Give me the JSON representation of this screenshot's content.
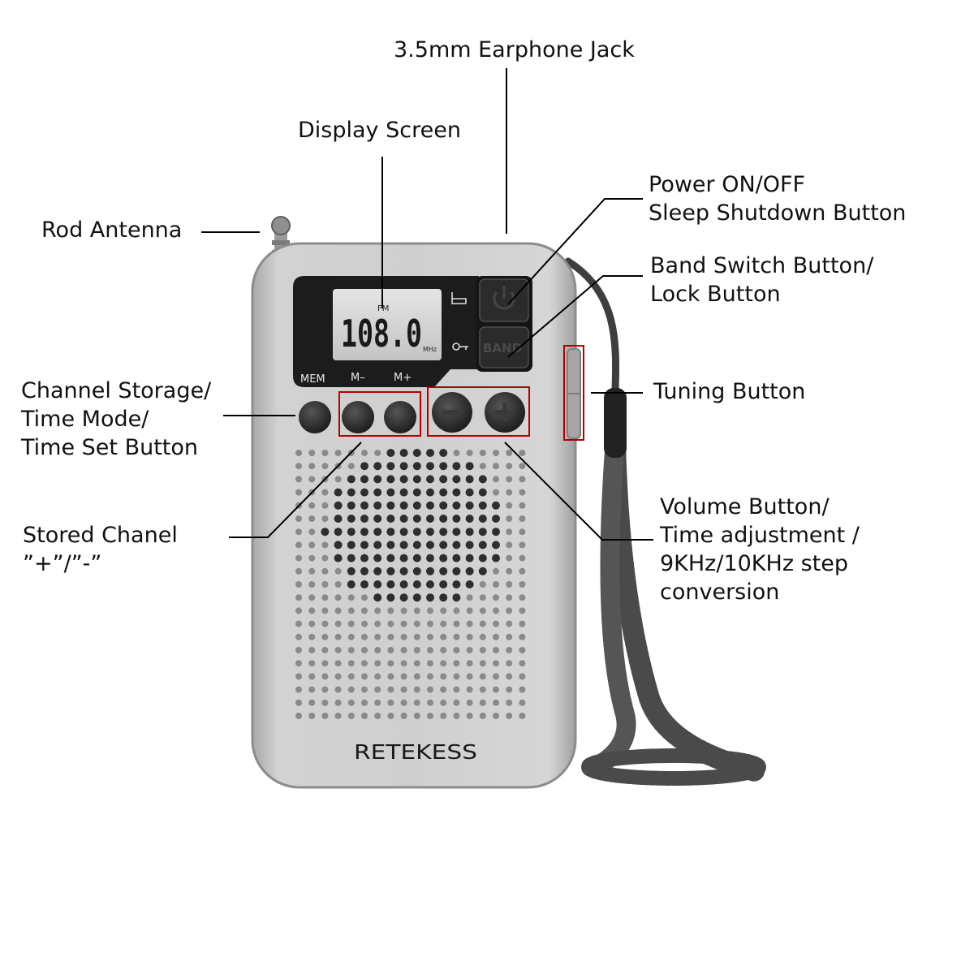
{
  "callouts": {
    "earphone_jack": [
      "3.5mm Earphone Jack"
    ],
    "display_screen": [
      "Display Screen"
    ],
    "power": [
      "Power ON/OFF",
      "Sleep Shutdown Button"
    ],
    "rod_antenna": [
      "Rod Antenna"
    ],
    "band_switch": [
      "Band Switch Button/",
      "Lock Button"
    ],
    "channel_storage": [
      "Channel Storage/",
      "Time Mode/",
      "Time Set Button"
    ],
    "tuning": [
      "Tuning Button"
    ],
    "stored_channel": [
      "Stored Chanel",
      "”+”/”-”"
    ],
    "volume": [
      "Volume Button/",
      "Time adjustment /",
      "9KHz/10KHz step",
      "conversion"
    ]
  },
  "device": {
    "brand": "RETEKESS",
    "display": {
      "frequency": "108.0",
      "unit": "MHz",
      "band": "FM"
    },
    "button_labels": {
      "mem": "MEM",
      "m_minus": "M–",
      "m_plus": "M+",
      "band": "BAND"
    }
  },
  "colors": {
    "body": "#c9c9c9",
    "body_edge": "#9a9a9a",
    "lcd_bezel": "#1c1c1c",
    "lcd_screen": "#d9d9d9",
    "button": "#2a2a2a",
    "highlight_box": "#b30000",
    "strap": "#4a4a4a",
    "leader_line": "#000000"
  }
}
